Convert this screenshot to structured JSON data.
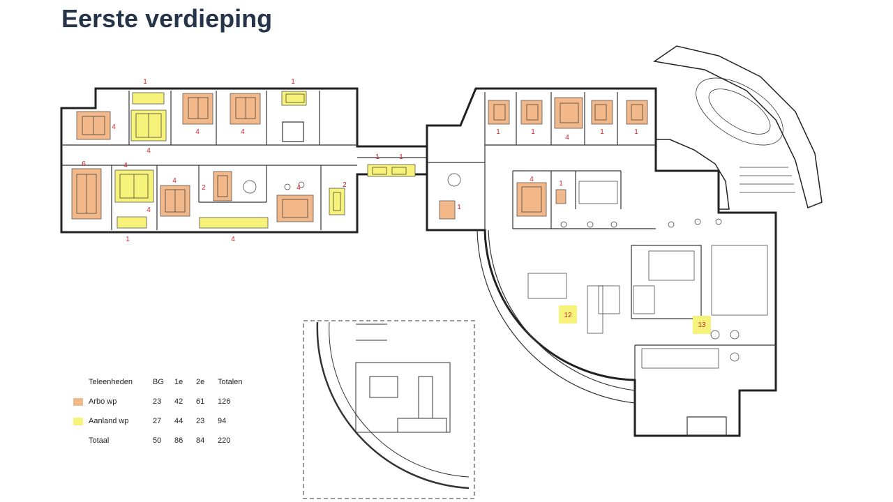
{
  "title": "Eerste verdieping",
  "colors": {
    "arbo": "#f2b889",
    "aanland": "#f7f27a",
    "wall": "#222222",
    "label": "#d2232a",
    "title": "#253449"
  },
  "room_labels": {
    "r1": "1",
    "r2": "1",
    "r3": "4",
    "r4": "4",
    "r5": "4",
    "r6": "4",
    "r7": "4",
    "r8": "6",
    "r9": "4",
    "r10": "4",
    "r11": "2",
    "r12": "4",
    "r13": "2",
    "r14": "1",
    "r15": "4",
    "r16": "1",
    "r17": "1",
    "r18": "1",
    "r19": "1",
    "r20": "1",
    "r21": "4",
    "r22": "1",
    "r23": "1",
    "r24": "4",
    "r25": "1",
    "r26": "12",
    "r27": "13"
  },
  "legend": {
    "headers": [
      "Teleenheden",
      "BG",
      "1e",
      "2e",
      "Totalen"
    ],
    "rows": [
      {
        "label": "Arbo wp",
        "values": [
          "23",
          "42",
          "61",
          "126"
        ],
        "swatch": "arbo"
      },
      {
        "label": "Aanland wp",
        "values": [
          "27",
          "44",
          "23",
          "94"
        ],
        "swatch": "aanland"
      },
      {
        "label": "Totaal",
        "values": [
          "50",
          "86",
          "84",
          "220"
        ],
        "swatch": ""
      }
    ]
  }
}
